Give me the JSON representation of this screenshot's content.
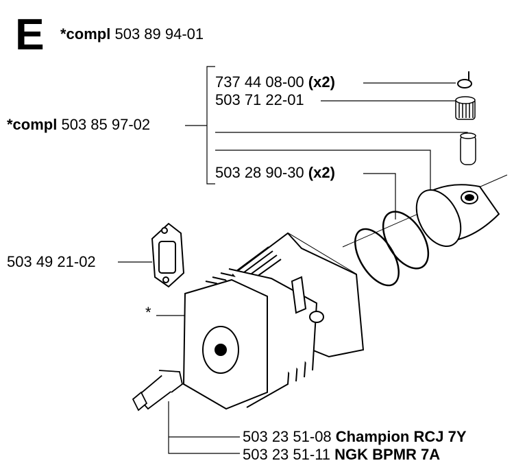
{
  "section": {
    "letter": "E",
    "compl_label": "*compl",
    "compl_number": "503 89 94-01"
  },
  "subassembly": {
    "compl_label": "*compl",
    "compl_number": "503 85 97-02"
  },
  "parts": {
    "circlip": {
      "number": "737 44 08-00",
      "qty": "(x2)"
    },
    "needle_bearing": {
      "number": "503 71 22-01"
    },
    "piston_rings": {
      "number": "503 28 90-30",
      "qty": "(x2)"
    },
    "gasket": {
      "number": "503 49 21-02"
    },
    "cylinder_marker": "*",
    "spark_plug_1": {
      "number": "503 23 51-08",
      "name": "Champion RCJ 7Y"
    },
    "spark_plug_2": {
      "number": "503 23 51-11",
      "name": "NGK BPMR 7A"
    }
  }
}
